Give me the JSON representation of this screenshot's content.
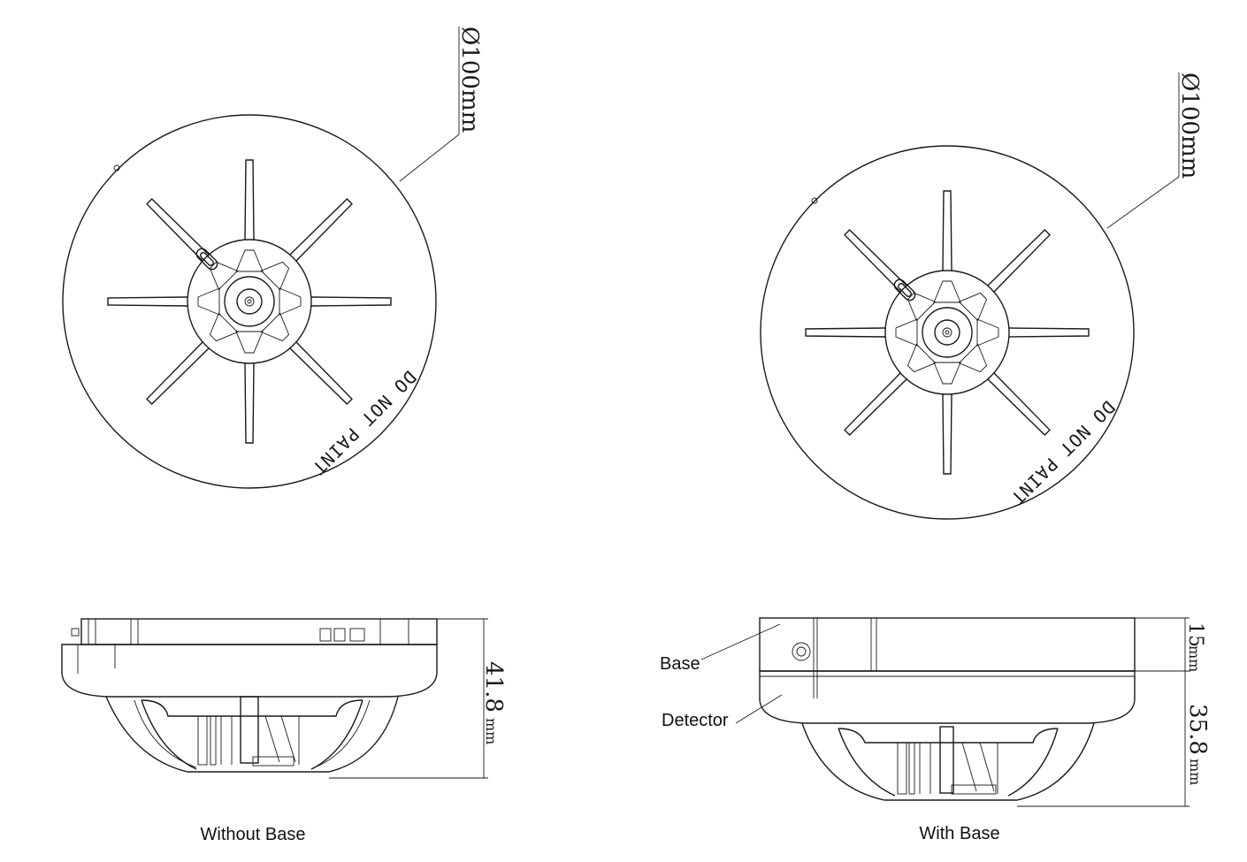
{
  "top_views": {
    "left": {
      "diameter": "Ø100mm",
      "stamp": "DO NOT PAINT"
    },
    "right": {
      "diameter": "Ø100mm",
      "stamp": "DO NOT PAINT"
    }
  },
  "side_views": {
    "without_base": {
      "caption": "Without Base",
      "height_value": "41.8",
      "height_unit": "mm"
    },
    "with_base": {
      "caption": "With Base",
      "base_label": "Base",
      "detector_label": "Detector",
      "base_height_value": "15",
      "base_height_unit": "mm",
      "detector_height_value": "35.8",
      "detector_height_unit": "mm"
    }
  }
}
